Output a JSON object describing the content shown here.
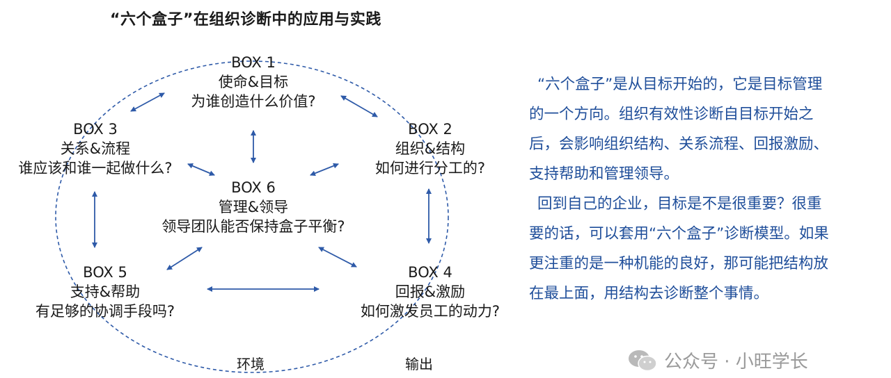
{
  "title": "“六个盒子”在组织诊断中的应用与实践",
  "boxes": {
    "box1": {
      "label": "BOX 1",
      "name": "使命&目标",
      "question": "为谁创造什么价值?"
    },
    "box2": {
      "label": "BOX 2",
      "name": "组织&结构",
      "question": "如何进行分工的?"
    },
    "box3": {
      "label": "BOX 3",
      "name": "关系&流程",
      "question": "谁应该和谁一起做什么?"
    },
    "box4": {
      "label": "BOX 4",
      "name": "回报&激励",
      "question": "如何激发员工的动力?"
    },
    "box5": {
      "label": "BOX 5",
      "name": "支持&帮助",
      "question": "有足够的协调手段吗?"
    },
    "box6": {
      "label": "BOX 6",
      "name": "管理&领导",
      "question": "领导团队能否保持盒子平衡?"
    }
  },
  "environment_label": "环境",
  "output_label": "输出",
  "description": {
    "paragraph1": "“六个盒子”是从目标开始的，它是目标管理的一个方向。组织有效性诊断自目标开始之后，会影响组织结构、关系流程、回报激励、支持帮助和管理领导。",
    "paragraph2": "回到自己的企业，目标是不是很重要？很重要的话，可以套用“六个盒子”诊断模型。如果更注重的是一种机能的良好，那可能把结构放在最上面，用结构去诊断整个事情。"
  },
  "watermark": {
    "text": "公众号 · 小旺学长",
    "icon": "wechat-icon"
  },
  "colors": {
    "ellipse": "#2e5aa8",
    "arrow": "#2e5aa8",
    "description_text": "#1f4e9a",
    "watermark": "#9a9a9a"
  }
}
